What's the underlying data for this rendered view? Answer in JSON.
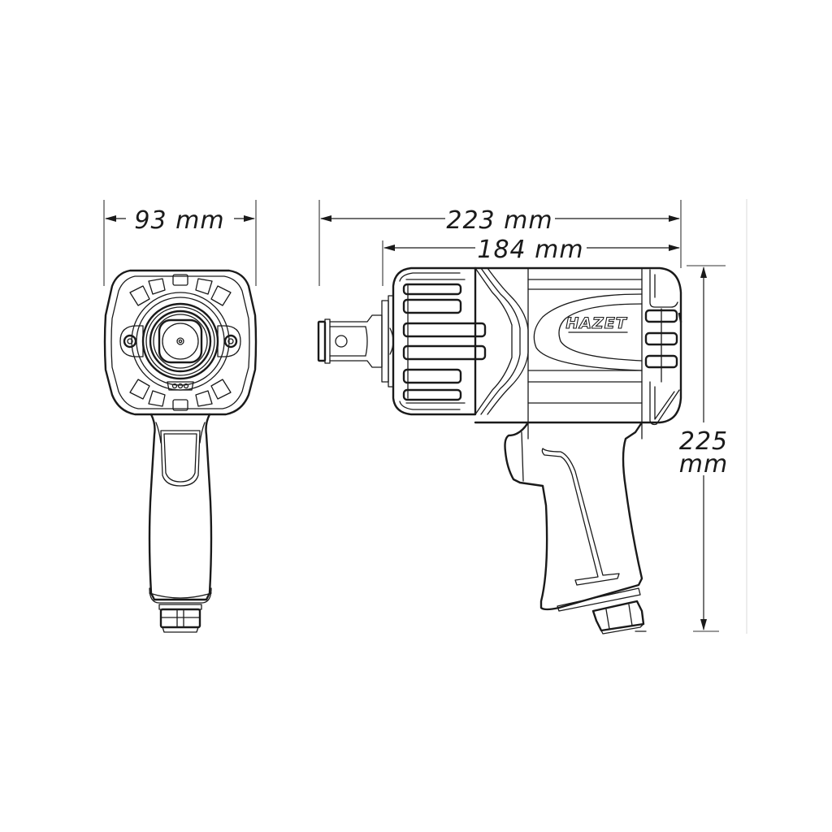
{
  "drawing": {
    "title": "Impact wrench dimension drawing",
    "brand_logo": "HAZET",
    "line_color": "#1a1a1a",
    "background": "#ffffff"
  },
  "views": {
    "front": {
      "label": "front-view"
    },
    "side": {
      "label": "side-view"
    }
  },
  "dimensions": {
    "front_width": {
      "value": "93",
      "unit": "mm",
      "text": "93 mm"
    },
    "overall_length": {
      "value": "223",
      "unit": "mm",
      "text": "223 mm"
    },
    "body_length": {
      "value": "184",
      "unit": "mm",
      "text": "184 mm"
    },
    "height": {
      "value": "225",
      "unit": "mm",
      "text_value": "225",
      "text_unit": "mm"
    }
  }
}
